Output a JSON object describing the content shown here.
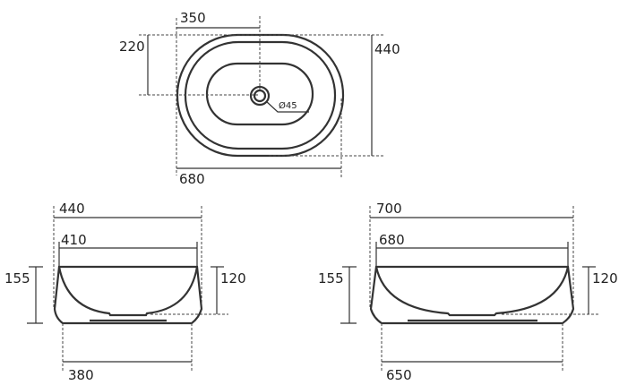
{
  "top_view": {
    "width_to_drain": "350",
    "depth_to_drain": "220",
    "total_depth": "440",
    "total_width": "680",
    "drain_diameter": "Ø45"
  },
  "side_view_short": {
    "outer_width": "440",
    "rim_width": "410",
    "total_height": "155",
    "bowl_depth": "120",
    "base_width": "380"
  },
  "side_view_long": {
    "outer_width": "700",
    "rim_width": "680",
    "total_height": "155",
    "bowl_depth": "120",
    "base_width": "650"
  }
}
